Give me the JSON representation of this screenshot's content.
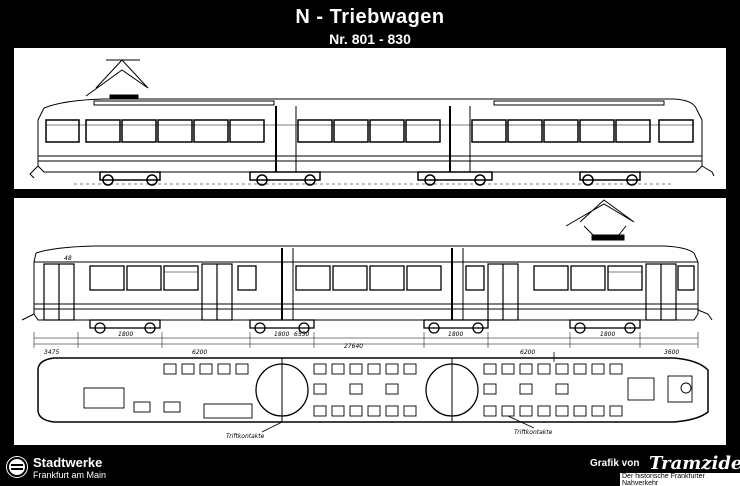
{
  "header": {
    "title": "N - Triebwagen",
    "subtitle": "Nr. 801 - 830"
  },
  "drawing_side": {
    "car_number": "48"
  },
  "drawing_dimensions": {
    "overall": "27640",
    "top_mid": "6550",
    "segments": [
      "3475",
      "1800",
      "6200",
      "1800",
      "1800",
      "6200",
      "1800",
      "3600"
    ]
  },
  "drawing_plan": {
    "contact_label_left": "Triftkontakte",
    "contact_label_right": "Triftkontakte"
  },
  "footer": {
    "brand_line1": "Stadtwerke",
    "brand_line2": "Frankfurt am Main",
    "credit_prefix": "Grafik von",
    "credit_name": "Tramzider",
    "credit_tagline": "Der historische Frankfurter Nahverkehr"
  },
  "colors": {
    "background": "#000000",
    "paper": "#ffffff",
    "ink": "#000000"
  },
  "icons": [
    "stadtwerke-logo-icon"
  ]
}
